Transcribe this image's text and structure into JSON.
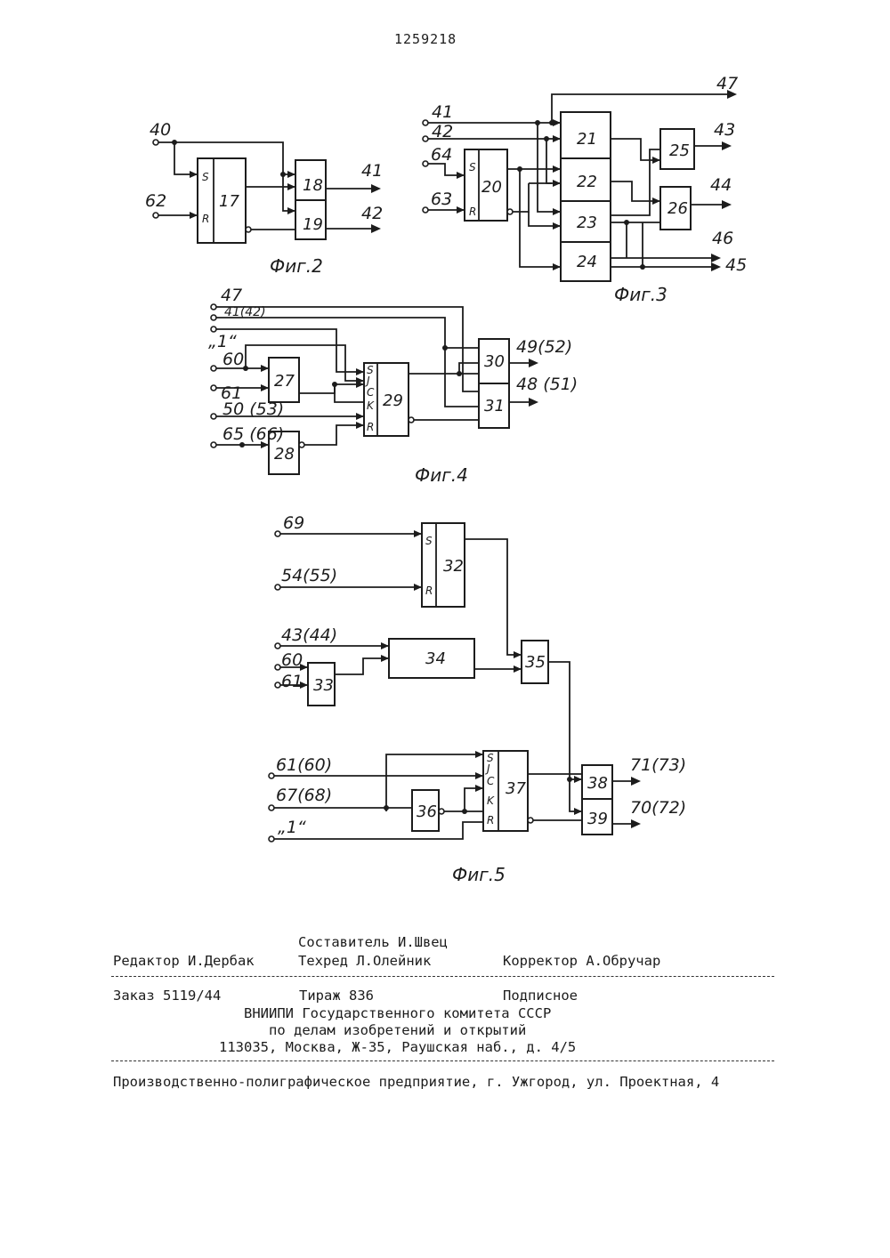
{
  "header": {
    "patent_number": "1259218"
  },
  "fig2": {
    "caption": "Фиг.2",
    "inputs": [
      "40",
      "62"
    ],
    "outputs": [
      "41",
      "42"
    ],
    "blocks": [
      "17",
      "18",
      "19"
    ],
    "pins": [
      "S",
      "R"
    ]
  },
  "fig3": {
    "caption": "Фиг.3",
    "inputs": [
      "41",
      "42",
      "64",
      "63"
    ],
    "outputs": [
      "47",
      "43",
      "44",
      "46",
      "45"
    ],
    "blocks": [
      "20",
      "21",
      "22",
      "23",
      "24",
      "25",
      "26"
    ],
    "pins": [
      "S",
      "R"
    ]
  },
  "fig4": {
    "caption": "Фиг.4",
    "inputs": [
      "47",
      "41(42)",
      "„1“",
      "60",
      "61",
      "50 (53)",
      "65 (66)"
    ],
    "outputs": [
      "49(52)",
      "48 (51)"
    ],
    "blocks": [
      "27",
      "28",
      "29",
      "30",
      "31"
    ],
    "pins": [
      "S",
      "J",
      "C",
      "K",
      "R"
    ]
  },
  "fig5": {
    "caption": "Фиг.5",
    "inputs": [
      "69",
      "54(55)",
      "43(44)",
      "60",
      "61",
      "61(60)",
      "67(68)",
      "„1“"
    ],
    "outputs": [
      "71(73)",
      "70(72)"
    ],
    "blocks": [
      "32",
      "33",
      "34",
      "35",
      "36",
      "37",
      "38",
      "39"
    ],
    "pins": [
      "S",
      "R",
      "S",
      "J",
      "C",
      "K",
      "R"
    ]
  },
  "imprint": {
    "compiler": "Составитель И.Швец",
    "editor": "Редактор И.Дербак",
    "techred": "Техред Л.Олейник",
    "corrector": "Корректор А.Обручар",
    "order": "Заказ 5119/44",
    "circulation": "Тираж 836",
    "subscription": "Подписное",
    "org_line1": "ВНИИПИ Государственного комитета СССР",
    "org_line2": "по делам изобретений и открытий",
    "address": "113035, Москва, Ж-35, Раушская наб., д. 4/5",
    "printer": "Производственно-полиграфическое предприятие, г. Ужгород, ул. Проектная, 4"
  }
}
